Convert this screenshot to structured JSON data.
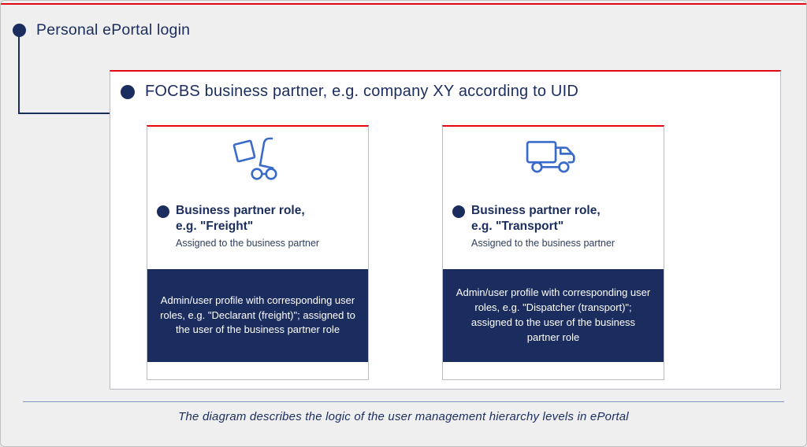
{
  "colors": {
    "navy": "#1b2d5e",
    "accent_red": "#e30613",
    "icon_blue": "#3a6bc9",
    "background": "#efefef"
  },
  "root": {
    "title": "Personal ePortal login"
  },
  "partner_box": {
    "title": "FOCBS business partner, e.g. company XY according to UID"
  },
  "cards": [
    {
      "icon": "handtruck-icon",
      "title_line1": "Business partner role,",
      "title_line2": "e.g. \"Freight\"",
      "subtitle": "Assigned to the business partner",
      "detail": "Admin/user profile with corresponding user roles, e.g. \"Declarant (freight)\"; assigned to the user of the business partner role"
    },
    {
      "icon": "truck-icon",
      "title_line1": "Business partner role,",
      "title_line2": "e.g. \"Transport\"",
      "subtitle": "Assigned to the business partner",
      "detail": "Admin/user profile with corresponding user roles, e.g. \"Dispatcher (transport)\"; assigned to the user of the business partner role"
    }
  ],
  "footer": {
    "caption": "The diagram describes the logic of the user management hierarchy levels in ePortal"
  }
}
